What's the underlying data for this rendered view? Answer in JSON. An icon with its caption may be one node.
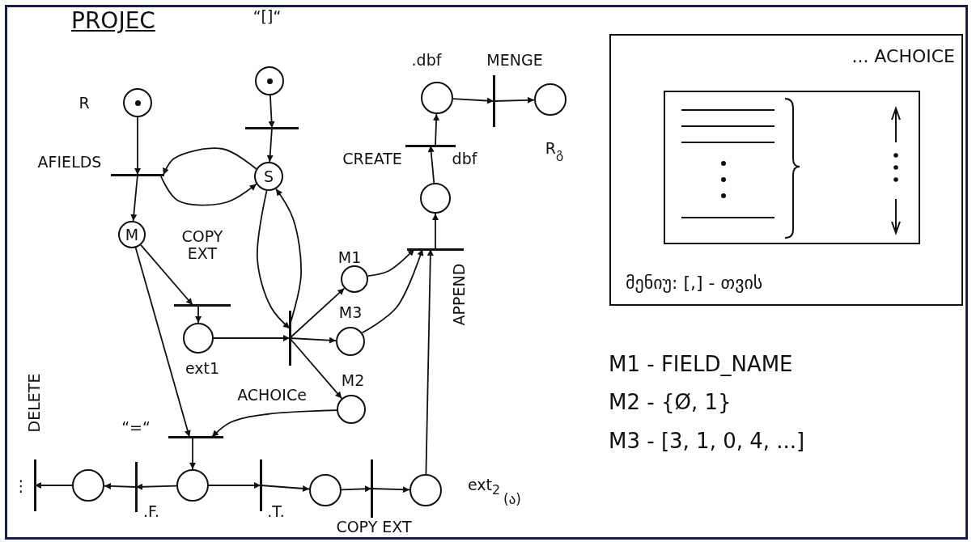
{
  "diagram": {
    "nodes": [
      {
        "text": [],
        "shape": "circle",
        "beside": [
          "R"
        ]
      },
      {
        "text": [],
        "shape": "circle",
        "beside": [
          "“[]“"
        ]
      },
      {
        "text": [
          "S"
        ]
      },
      {
        "text": [
          "M"
        ]
      },
      {
        "text": [],
        "shape": "circle",
        "beside": [
          "ext1"
        ]
      },
      {
        "text": [],
        "shape": "circle",
        "beside": [
          "M1"
        ]
      },
      {
        "text": [],
        "shape": "circle",
        "beside": [
          "M3"
        ]
      },
      {
        "text": [],
        "shape": "circle",
        "beside": [
          "M2"
        ]
      },
      {
        "text": [],
        "shape": "circle"
      },
      {
        "text": [],
        "shape": "circle",
        "beside": [
          ".dbf"
        ]
      },
      {
        "text": [],
        "shape": "circle",
        "beside": [
          "R$_{გ}$"
        ]
      },
      {
        "text": [],
        "shape": "circle"
      },
      {
        "text": [],
        "shape": "circle"
      },
      {
        "text": [],
        "shape": "circle"
      },
      {
        "text": [],
        "shape": "circle",
        "beside": [
          "ext$_{2}$"
        ]
      },
      {
        "text": [],
        "shape": "bar",
        "beside": [
          "AFIELDS"
        ]
      },
      {
        "text": [],
        "shape": "bar"
      },
      {
        "text": [],
        "shape": "bar",
        "beside": [
          "COPY EXT"
        ]
      },
      {
        "text": [],
        "shape": "bar",
        "beside": [
          "ACHOICe"
        ]
      },
      {
        "text": [],
        "shape": "bar",
        "beside": [
          "APPEND"
        ]
      },
      {
        "text": [],
        "shape": "bar",
        "beside": [
          "CREATE",
          "dbf"
        ]
      },
      {
        "text": [],
        "shape": "bar",
        "beside": [
          "MENGE"
        ]
      },
      {
        "text": [],
        "shape": "bar",
        "beside": [
          "“=“"
        ]
      },
      {
        "text": [],
        "shape": "bar",
        "beside": [
          ".F."
        ]
      },
      {
        "text": [],
        "shape": "bar",
        "beside": [
          ".T."
        ]
      },
      {
        "text": [],
        "shape": "bar",
        "beside": [
          "COPY EXT"
        ]
      },
      {
        "text": [],
        "shape": "bar",
        "beside": [
          "⋮",
          "DELETE"
        ]
      },
      {
        "text": [
          "... ACHOICE",
          "მენიუ: [,] - თვის"
        ]
      },
      {
        "text": [],
        "shape": "box",
        "in": 27
      }
    ],
    "edges": [
      {
        "from": 0,
        "to": 15,
        "arrow": "to"
      },
      {
        "from": 15,
        "to": 3,
        "arrow": "to"
      },
      {
        "from": 1,
        "to": 16,
        "arrow": "to"
      },
      {
        "from": 16,
        "to": 2,
        "arrow": "to"
      },
      {
        "from": 2,
        "to": 15,
        "arrow": "to"
      },
      {
        "from": 15,
        "to": 2,
        "arrow": "to"
      },
      {
        "from": 3,
        "to": 17,
        "arrow": "to"
      },
      {
        "from": 17,
        "to": 4,
        "arrow": "to"
      },
      {
        "from": 3,
        "to": 22,
        "arrow": "to"
      },
      {
        "from": 2,
        "to": 18,
        "arrow": "to"
      },
      {
        "from": 18,
        "to": 2,
        "arrow": "to"
      },
      {
        "from": 4,
        "to": 18,
        "arrow": "to"
      },
      {
        "from": 18,
        "to": 5,
        "arrow": "to"
      },
      {
        "from": 18,
        "to": 6,
        "arrow": "to"
      },
      {
        "from": 18,
        "to": 7,
        "arrow": "to"
      },
      {
        "from": 7,
        "to": 22,
        "arrow": "to"
      },
      {
        "from": 5,
        "to": 19,
        "arrow": "to"
      },
      {
        "from": 6,
        "to": 19,
        "arrow": "to"
      },
      {
        "from": 14,
        "to": 19,
        "arrow": "to"
      },
      {
        "from": 19,
        "to": 8,
        "arrow": "to"
      },
      {
        "from": 8,
        "to": 20,
        "arrow": "to"
      },
      {
        "from": 20,
        "to": 9,
        "arrow": "to"
      },
      {
        "from": 9,
        "to": 21,
        "arrow": "to"
      },
      {
        "from": 21,
        "to": 10,
        "arrow": "to"
      },
      {
        "from": 22,
        "to": 11,
        "arrow": "to"
      },
      {
        "from": 11,
        "to": 23,
        "arrow": "to"
      },
      {
        "from": 23,
        "to": 12,
        "arrow": "to"
      },
      {
        "from": 12,
        "to": 26,
        "arrow": "to"
      },
      {
        "from": 11,
        "to": 24,
        "arrow": "to"
      },
      {
        "from": 24,
        "to": 13,
        "arrow": "to"
      },
      {
        "from": 13,
        "to": 25,
        "arrow": "to"
      },
      {
        "from": 25,
        "to": 14,
        "arrow": "to"
      }
    ],
    "labels": [
      "PROJEC",
      "M1 - FIELD_NAME",
      "M2 - {Ø, 1}",
      "M3 - [3, 1, 0, 4, ...]",
      "(ა)"
    ]
  }
}
